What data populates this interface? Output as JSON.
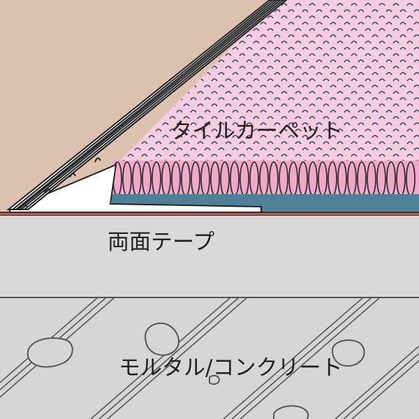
{
  "labels": {
    "carpet": "タイルカーペット",
    "tape": "両面テープ",
    "substrate": "モルタル/コンクリート"
  },
  "colors": {
    "wall": "#dcc2ae",
    "carpet_pile": "#f6cce0",
    "carpet_pattern": "#3f5866",
    "carpet_loop_band": "#f0a9c8",
    "carpet_backing": "#4e8198",
    "tape_strip": "#b75e4a",
    "board": "#d9d9d9",
    "concrete": "#d6d6d6",
    "outline": "#222222",
    "edge_trim": "#ffffff"
  }
}
